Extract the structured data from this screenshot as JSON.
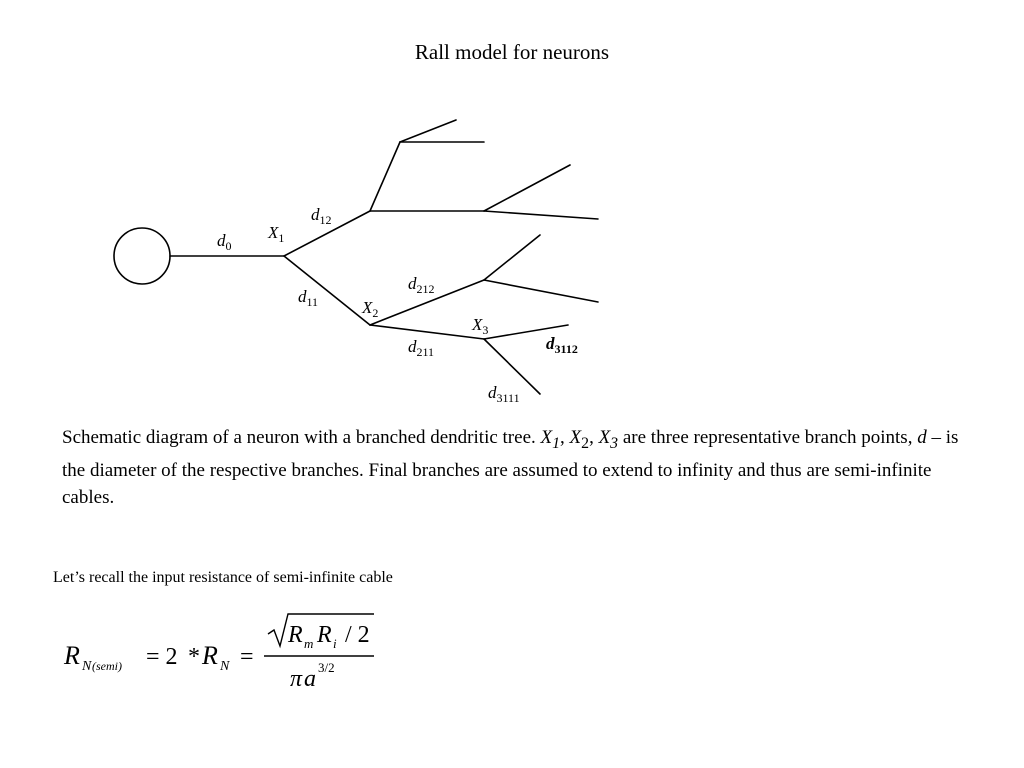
{
  "title": "Rall model for neurons",
  "diagram": {
    "labels": {
      "d0": {
        "base": "d",
        "sub": "0"
      },
      "x1": {
        "base": "X",
        "sub": "1"
      },
      "d12": {
        "base": "d",
        "sub": "12"
      },
      "d11": {
        "base": "d",
        "sub": "11"
      },
      "x2": {
        "base": "X",
        "sub": "2"
      },
      "d212": {
        "base": "d",
        "sub": "212"
      },
      "x3": {
        "base": "X",
        "sub": "3"
      },
      "d211": {
        "base": "d",
        "sub": "211"
      },
      "d3112": {
        "base": "d",
        "sub": "3112"
      },
      "d3111": {
        "base": "d",
        "sub": "3111"
      }
    }
  },
  "caption": {
    "part1": "Schematic diagram of a neuron with a branched dendritic tree. ",
    "x1_base": "X",
    "x1_sub": "1",
    "sep1": ", ",
    "x2_base": "X",
    "x2_sub": "2",
    "sep2": ", ",
    "x3_base": "X",
    "x3_sub": "3",
    "part2": " are three representative branch points, ",
    "d": "d",
    "part3": " – is the diameter of the respective branches. Final branches are assumed to extend to infinity and thus are semi-infinite cables."
  },
  "recall_text": "Let’s recall the input resistance of semi-infinite cable",
  "formula": {
    "lhs_R": "R",
    "lhs_sub_N": "N",
    "lhs_sub_paren": "(semi)",
    "eq1": "= 2",
    "star": "*",
    "mid_R": "R",
    "mid_sub": "N",
    "eq2": "=",
    "num_Rm": "R",
    "num_m": "m",
    "num_Ri": "R",
    "num_i": "i",
    "num_div": "/ 2",
    "den_pi": "π",
    "den_a": "a",
    "den_exp": "3/2"
  }
}
